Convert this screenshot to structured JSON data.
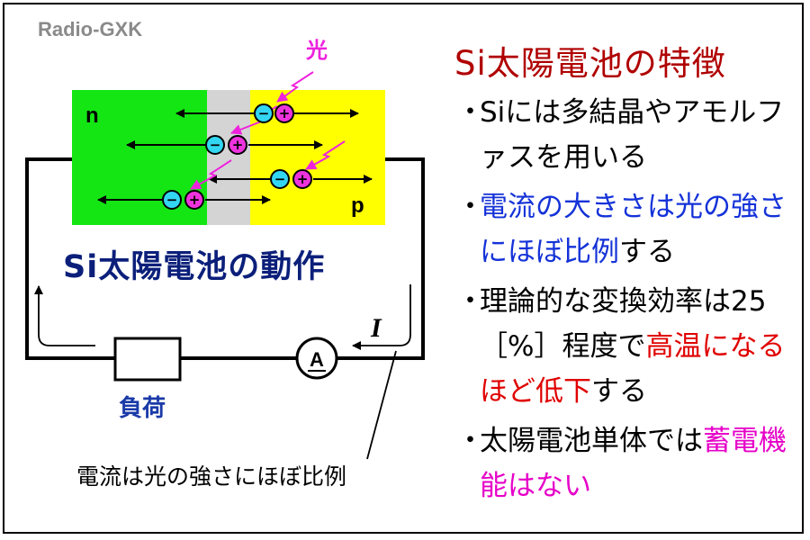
{
  "brand": "Radio-GXK",
  "diagram": {
    "n_label": "n",
    "p_label": "p",
    "light_label": "光",
    "op_title": "Si太陽電池の動作",
    "load_label": "負荷",
    "meter_label": "A",
    "current_label": "I",
    "electron_sign": "−",
    "hole_sign": "+",
    "caption": "電流は光の強さにほぼ比例",
    "colors": {
      "n_region": "#14e614",
      "junction": "#d4d4d4",
      "p_region": "#ffff00",
      "electron": "#33d6f2",
      "hole": "#ee33dd",
      "light": "#ee22dd"
    }
  },
  "features": {
    "title": "Si太陽電池の特徴",
    "bullet_mark": "・",
    "items": [
      {
        "segments": [
          {
            "text": "Siには多結晶やアモルファスを用いる",
            "color": "black"
          }
        ]
      },
      {
        "segments": [
          {
            "text": "電流の大きさは光の強さにほぼ比例",
            "color": "blue"
          },
          {
            "text": "する",
            "color": "black"
          }
        ]
      },
      {
        "segments": [
          {
            "text": "理論的な変換効率は25［%］程度で",
            "color": "black"
          },
          {
            "text": "高温になるほど低下",
            "color": "red"
          },
          {
            "text": "する",
            "color": "black"
          }
        ]
      },
      {
        "segments": [
          {
            "text": "太陽電池単体では",
            "color": "black"
          },
          {
            "text": "蓄電機能はない",
            "color": "magenta"
          }
        ]
      }
    ]
  }
}
